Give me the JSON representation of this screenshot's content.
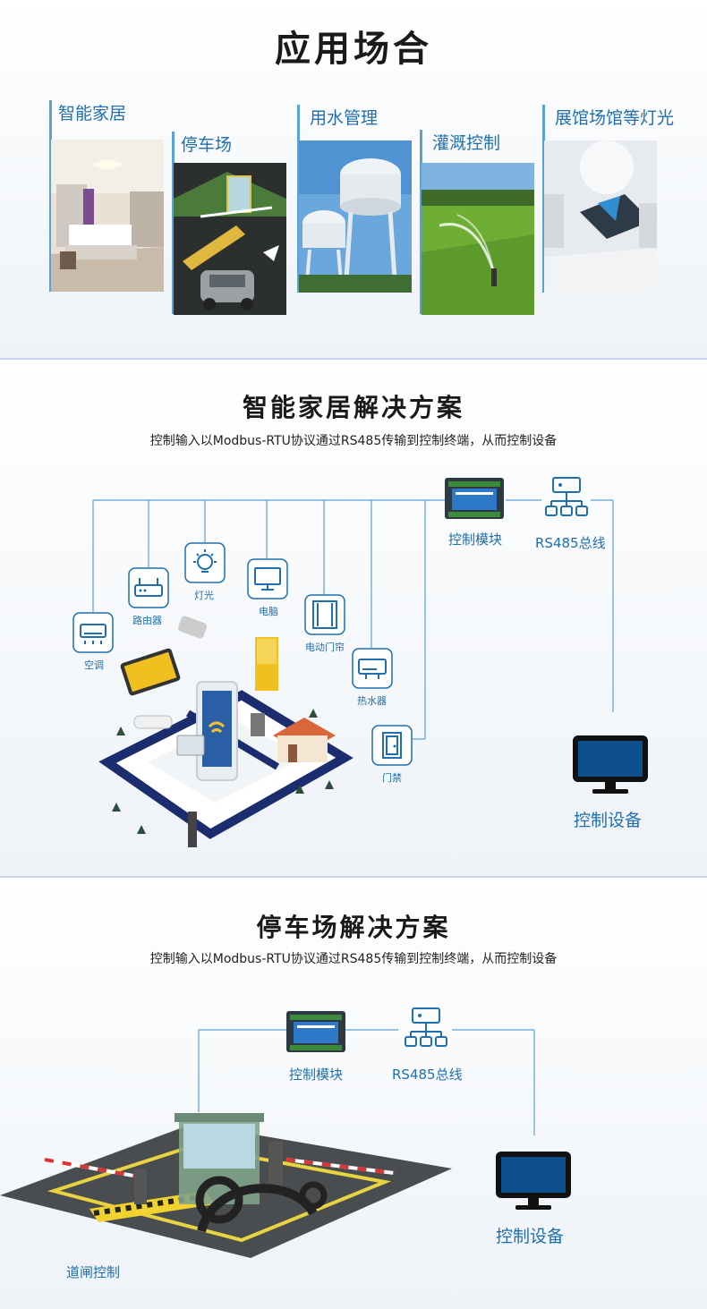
{
  "section1": {
    "title": "应用场合",
    "scenes": [
      {
        "label": "智能家居"
      },
      {
        "label": "停车场"
      },
      {
        "label": "用水管理"
      },
      {
        "label": "灌溉控制"
      },
      {
        "label": "展馆场馆等灯光"
      }
    ]
  },
  "section2": {
    "title": "智能家居解决方案",
    "subtitle": "控制输入以Modbus-RTU协议通过RS485传输到控制终端，从而控制设备",
    "module_label": "控制模块",
    "bus_label": "RS485总线",
    "device_label": "控制设备",
    "nodes": [
      {
        "label": "空调"
      },
      {
        "label": "路由器"
      },
      {
        "label": "灯光"
      },
      {
        "label": "电脑"
      },
      {
        "label": "电动门帘"
      },
      {
        "label": "热水器"
      },
      {
        "label": "门禁"
      }
    ]
  },
  "section3": {
    "title": "停车场解决方案",
    "subtitle": "控制输入以Modbus-RTU协议通过RS485传输到控制终端，从而控制设备",
    "module_label": "控制模块",
    "bus_label": "RS485总线",
    "device_label": "控制设备",
    "gate_label": "道闸控制"
  },
  "colors": {
    "accent": "#1f6fae",
    "line": "#5aa1d6",
    "divider": "#c9d3f0",
    "monitor_screen": "#0d4f8e"
  }
}
